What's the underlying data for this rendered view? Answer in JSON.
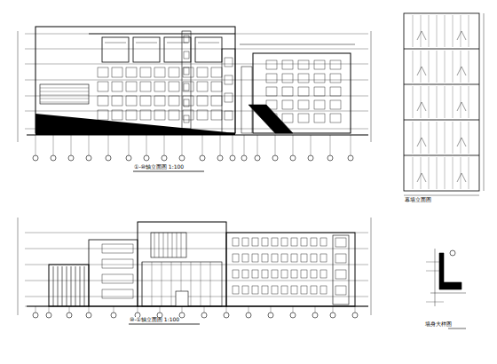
{
  "diagram": {
    "labels": [
      "①-⑩轴立面图 1:100",
      "⑩-①轴立面图 1:100",
      "幕墙立面图",
      "墙身大样图"
    ]
  }
}
